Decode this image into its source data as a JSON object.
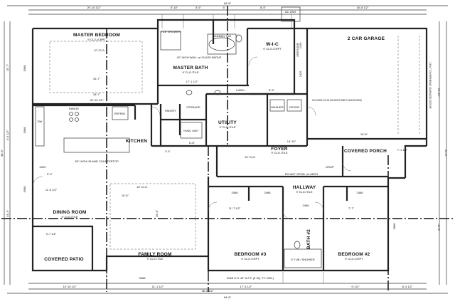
{
  "rooms": {
    "master_bedroom": {
      "name": "MASTER BEDROOM",
      "ceiling": "9' CLG./CRPT"
    },
    "master_bath": {
      "name": "MASTER BATH",
      "ceiling": "9' CLG./TILE"
    },
    "wic": {
      "name": "W-I-C",
      "ceiling": "9' CLG./CRPT"
    },
    "garage": {
      "name": "2 CAR GARAGE"
    },
    "kitchen": {
      "name": "KITCHEN"
    },
    "utility": {
      "name": "UTILITY",
      "ceiling": "9' CLG./TILE"
    },
    "foyer": {
      "name": "FOYER",
      "ceiling": "9' CLG./TILE"
    },
    "covered_porch": {
      "name": "COVERED PORCH"
    },
    "hallway": {
      "name": "HALLWAY",
      "ceiling": "9' CLG./TILE"
    },
    "dining_room": {
      "name": "DINING ROOM",
      "ceiling": "9' CLG./TILE"
    },
    "family_room": {
      "name": "FAMILY ROOM",
      "ceiling": "9' CLG./TILE"
    },
    "covered_patio": {
      "name": "COVERED PATIO"
    },
    "bedroom3": {
      "name": "BEDROOM #3",
      "ceiling": "9' CLG./CRPT"
    },
    "bath2": {
      "name": "BATH #2"
    },
    "bedroom2": {
      "name": "BEDROOM #2",
      "ceiling": "9' CLG./CRPT"
    },
    "pantry": {
      "name": "PANTRY"
    },
    "storage": {
      "name": "STORAGE"
    },
    "linen": {
      "name": "LINEN"
    },
    "hvac": {
      "name": "HVAC UNIT"
    },
    "ac_unit": {
      "name": "AC UNIT"
    }
  },
  "labels": {
    "garden_tub": "GARDEN TUB",
    "tile_shower": "TILE SHOWER",
    "high_wall": "42\" HIGH WALL w/ GLASS ABOVE",
    "dresser": "DRESSER",
    "washer": "WASHER",
    "dryer": "DRYER",
    "range": "RANGE",
    "refrig": "REFRIG.",
    "dw": "DW",
    "island": "36\" HIGH ISLAND COUNTERTOP",
    "drop": "DROP",
    "tub_shower": "5' TUB / SHOWER",
    "attic_note": "ATTIC DOORWAY 22\"x30\" MIN. (SEE OWNER OR FRAMER IF CHANGES ARE NEEDED)",
    "garage_door": "16'x7' OVERHEAD GARAGE DOOR",
    "clg_10": "10' CLG.",
    "clg_10b": "10' CLG.",
    "clg_10c": "10' CLG.",
    "opening": "5'0\"x8'0\" OPNG. w/ ARCH",
    "plan_note": "3068 S.H. 42\" A.F.F. (5 SQ. FT. MIN.)"
  },
  "dimensions": {
    "overall": "64'-8\"",
    "overall_bottom": "64'-8\"",
    "top": [
      "20'-10 1/2\"",
      "5'-10\"",
      "5'-6\"",
      "5'",
      "8'-5\"",
      "16'-8 1/2\""
    ],
    "bottom": [
      "19'-10 1/2\"",
      "11'-1 1/2\"",
      "17'-3 1/2\"",
      "9'-1/2\"",
      "8'-3 1/2\""
    ],
    "bottom_mid": "36'-2 1/2\"",
    "left_overall": "38'-6\"",
    "left_a": "15'-7\"",
    "left_b": "4'-5 1/2\"",
    "left_c": "14'-4\"",
    "right_overall": "35'-6\"",
    "right_a": "23'-10\"",
    "right_b": "11'-8\"",
    "misc": [
      "18'-7\"",
      "20'-10 1/2\"",
      "17'-1 1/2\"",
      "8'-5\"",
      "6'-8\"",
      "14'-10\"",
      "16'-8\"",
      "7'-1 1/2\"",
      "3'-4\"",
      "5'-4\"",
      "11'-5 1/2\"",
      "10'-6\"",
      "11'-7 1/2\"",
      "7'-7\"",
      "9'-7 1/2\"",
      "15'-7\"",
      "16'-4\""
    ]
  },
  "windows": [
    "3068",
    "3068",
    "2020",
    "2426",
    "2426",
    "3068",
    "3068",
    "2068",
    "2468",
    "2468",
    "2868",
    "2468"
  ]
}
